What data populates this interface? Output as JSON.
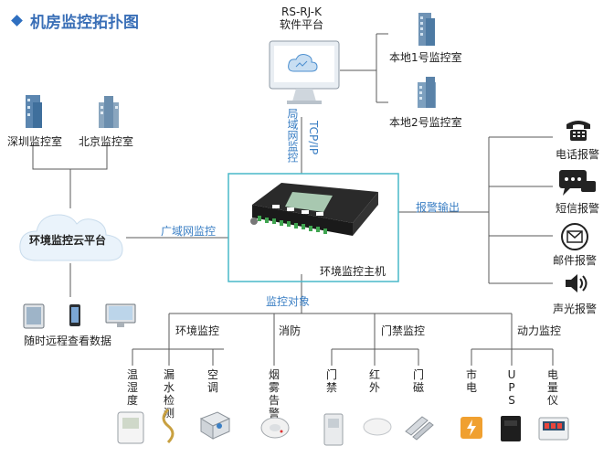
{
  "title": "机房监控拓扑图",
  "platform": {
    "line1": "RS-RJ-K",
    "line2": "软件平台"
  },
  "local_rooms": [
    "本地1号监控室",
    "本地2号监控室"
  ],
  "lan_label": "局域网监控",
  "tcp_label": "TCP/IP",
  "remote_rooms": [
    "深圳监控室",
    "北京监控室"
  ],
  "cloud_label": "环境监控云平台",
  "wan_label": "广域网监控",
  "mobile_label": "随时远程查看数据",
  "host_label": "环境监控主机",
  "alarm_out_label": "报警输出",
  "alarms": [
    "电话报警",
    "短信报警",
    "邮件报警",
    "声光报警"
  ],
  "monitor_objects_label": "监控对象",
  "categories": [
    "环境监控",
    "消防",
    "门禁监控",
    "动力监控"
  ],
  "devices": [
    "温湿度",
    "漏水检测",
    "空调",
    "烟雾告警",
    "门禁",
    "红外",
    "门磁",
    "市电",
    "UPS",
    "电量仪"
  ],
  "colors": {
    "accent": "#3b7fc4",
    "line": "#5a5a5a",
    "host_border": "#49b8c9"
  }
}
